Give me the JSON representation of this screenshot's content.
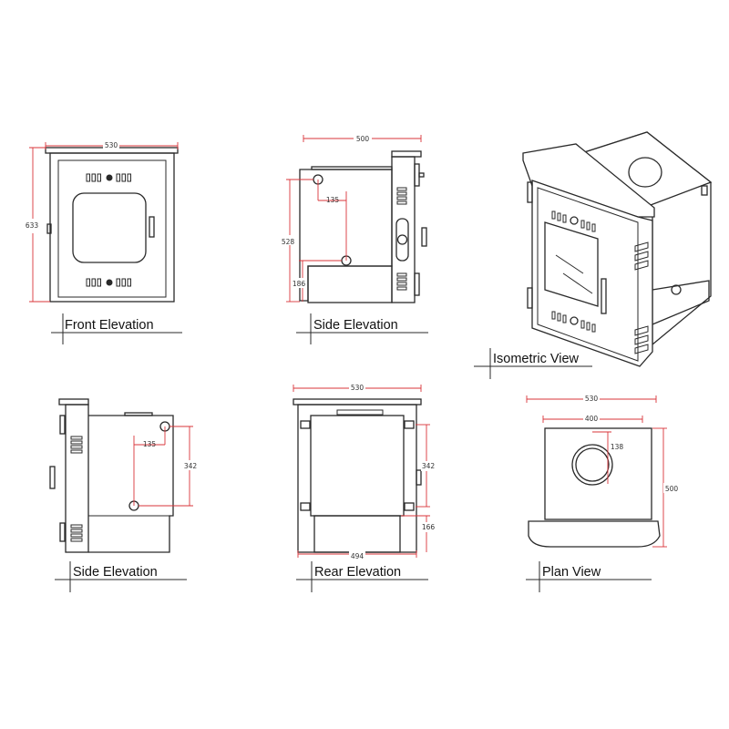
{
  "views": {
    "front": {
      "title": "Front Elevation",
      "width": "530",
      "height": "633"
    },
    "side1": {
      "title": "Side Elevation",
      "depth": "500",
      "flue_offset": "135",
      "flue_height": "528",
      "base_height": "186"
    },
    "iso": {
      "title": "Isometric View"
    },
    "side2": {
      "title": "Side Elevation",
      "flue_offset": "135",
      "flue_spacing": "342"
    },
    "rear": {
      "title": "Rear Elevation",
      "width": "530",
      "base_width": "494",
      "flue_spacing": "342",
      "base_height": "166"
    },
    "plan": {
      "title": "Plan View",
      "width": "530",
      "inner_width": "400",
      "flue_dia": "138",
      "depth": "500"
    }
  },
  "colors": {
    "line": "#2a2a2a",
    "dimension": "#d9343a"
  }
}
